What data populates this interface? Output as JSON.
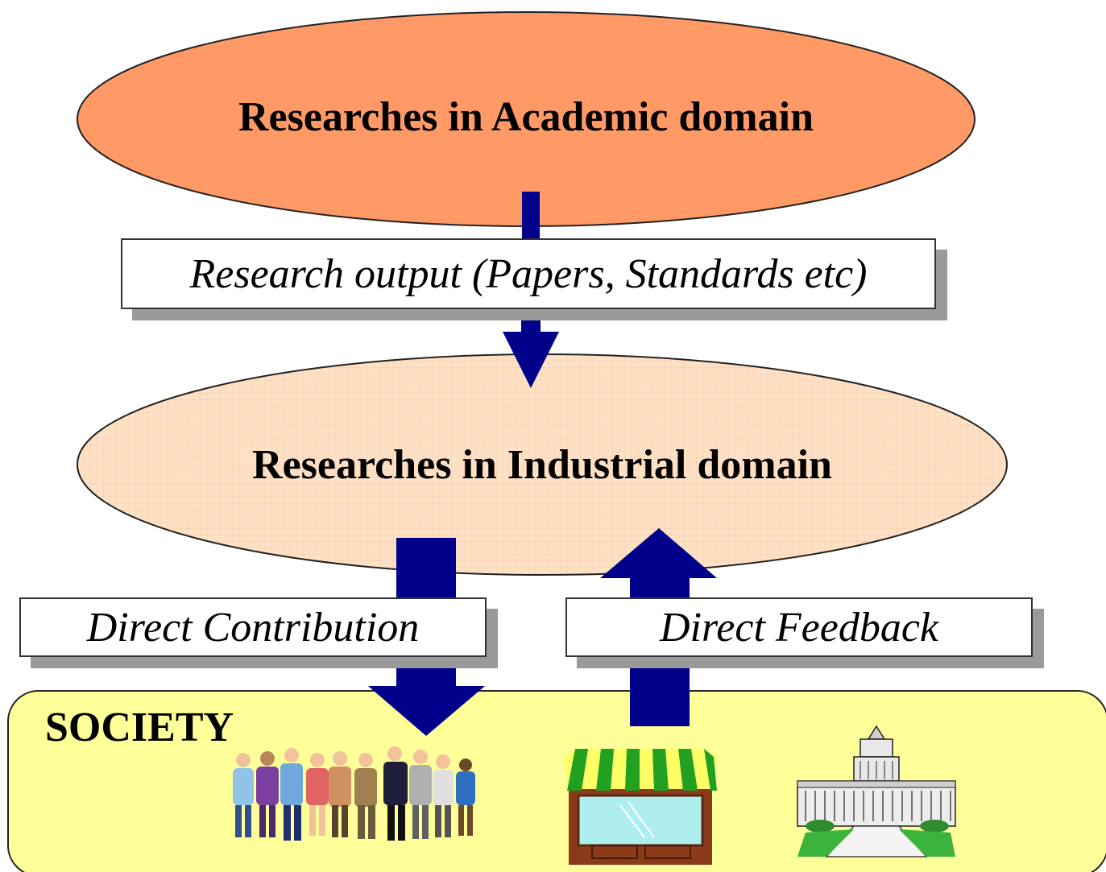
{
  "academic": {
    "label": "Researches in Academic domain"
  },
  "output_box": {
    "label": "Research output (Papers, Standards etc)"
  },
  "industrial": {
    "label": "Researches in Industrial domain"
  },
  "contribution_box": {
    "label": "Direct Contribution"
  },
  "feedback_box": {
    "label": "Direct Feedback"
  },
  "society": {
    "label": "SOCIETY"
  },
  "colors": {
    "academic_fill": "#FF9966",
    "industrial_fill": "#FFE0C0",
    "arrow": "#00008B",
    "society_fill": "#FFFF99"
  },
  "icons": [
    "people-group-icon",
    "shop-icon",
    "parliament-building-icon"
  ]
}
